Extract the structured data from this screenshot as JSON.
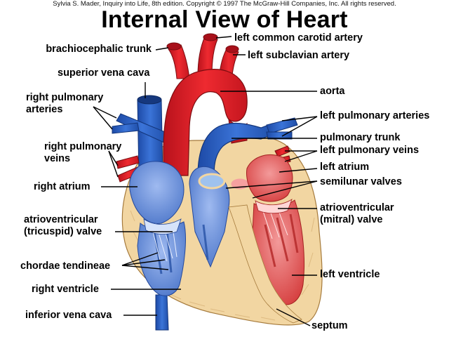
{
  "copyright": "Sylvia S. Mader, Inquiry into Life, 8th edition. Copyright © 1997 The McGraw-Hill Companies, Inc. All rights reserved.",
  "title": "Internal View of Heart",
  "labels": {
    "brachiocephalic_trunk": "brachiocephalic trunk",
    "superior_vena_cava": "superior vena cava",
    "right_pulmonary_arteries_1": "right pulmonary",
    "right_pulmonary_arteries_2": "arteries",
    "right_pulmonary_veins_1": "right pulmonary",
    "right_pulmonary_veins_2": "veins",
    "right_atrium": "right atrium",
    "av_tricuspid_1": "atrioventricular",
    "av_tricuspid_2": "(tricuspid) valve",
    "chordae_tendineae": "chordae tendineae",
    "right_ventricle": "right ventricle",
    "inferior_vena_cava": "inferior vena cava",
    "left_common_carotid": "left common carotid artery",
    "left_subclavian": "left subclavian artery",
    "aorta": "aorta",
    "left_pulmonary_arteries": "left pulmonary arteries",
    "pulmonary_trunk": "pulmonary trunk",
    "left_pulmonary_veins": "left pulmonary veins",
    "left_atrium": "left atrium",
    "semilunar_valves": "semilunar valves",
    "av_mitral_1": "atrioventricular",
    "av_mitral_2": "(mitral) valve",
    "left_ventricle": "left ventricle",
    "septum": "septum"
  },
  "colors": {
    "oxygenated": "#e8202a",
    "deoxygenated": "#2a5fc0",
    "muscle": "#f2d6a2",
    "chamber_blue": "#6f93d8",
    "chamber_red": "#e86a6a"
  }
}
